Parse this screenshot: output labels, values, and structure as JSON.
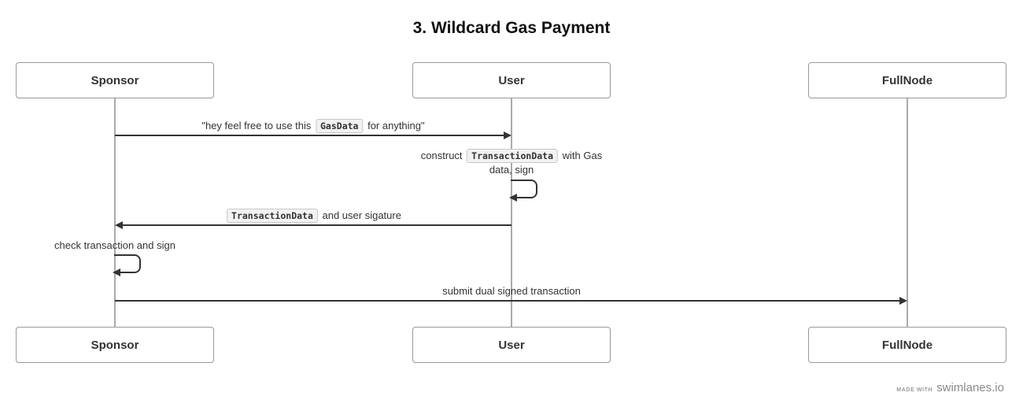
{
  "title": "3. Wildcard Gas Payment",
  "actors": {
    "sponsor": "Sponsor",
    "user": "User",
    "fullnode": "FullNode"
  },
  "messages": {
    "gas_offer": {
      "pre": "\"hey feel free to use this ",
      "code": "GasData",
      "post": " for anything\""
    },
    "construct": {
      "pre": "construct ",
      "code": "TransactionData",
      "post": " with Gas",
      "line2": "data, sign"
    },
    "return_tx": {
      "code": "TransactionData",
      "post": " and user sigature"
    },
    "check": {
      "text": "check transaction and sign"
    },
    "submit": {
      "text": "submit dual signed transaction"
    }
  },
  "footer": {
    "made_with": "MADE WITH",
    "brand": "swimlanes.io"
  },
  "colors": {
    "arrow": "#333333",
    "lifeline": "#aaaaaa",
    "box_border": "#999999",
    "text": "#333333",
    "pill_bg": "#f2f2f2",
    "pill_border": "#c8c8c8",
    "footer_text": "#8a8a8a"
  }
}
